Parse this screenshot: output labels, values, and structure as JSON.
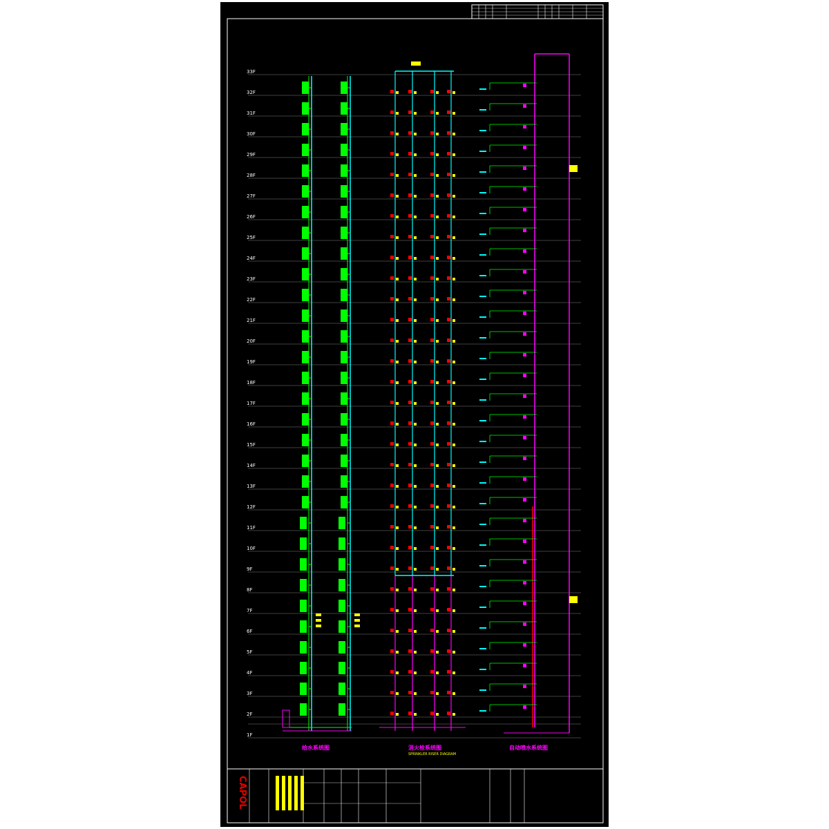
{
  "drawing": {
    "floor_labels": [
      "33F",
      "32F",
      "31F",
      "30F",
      "29F",
      "28F",
      "27F",
      "26F",
      "25F",
      "24F",
      "23F",
      "22F",
      "21F",
      "20F",
      "19F",
      "18F",
      "17F",
      "16F",
      "15F",
      "14F",
      "13F",
      "12F",
      "11F",
      "10F",
      "9F",
      "8F",
      "7F",
      "6F",
      "5F",
      "4F",
      "3F",
      "2F",
      "1F"
    ],
    "systems": [
      {
        "title": "给水系统图",
        "color": "#ff00ff"
      },
      {
        "title": "消火栓系统图",
        "color": "#ff00ff",
        "subtitle": "SPRINKLER RISER DIAGRAM"
      },
      {
        "title": "自动喷水系统图",
        "color": "#ff00ff"
      }
    ]
  },
  "title_block": {
    "logo": "CAPOL"
  },
  "colors": {
    "water": "#00ff00",
    "riser": "#00ffff",
    "fire": "#ff00ff",
    "red": "#ff0000",
    "label": "#ffff00",
    "floor": "#808080"
  }
}
